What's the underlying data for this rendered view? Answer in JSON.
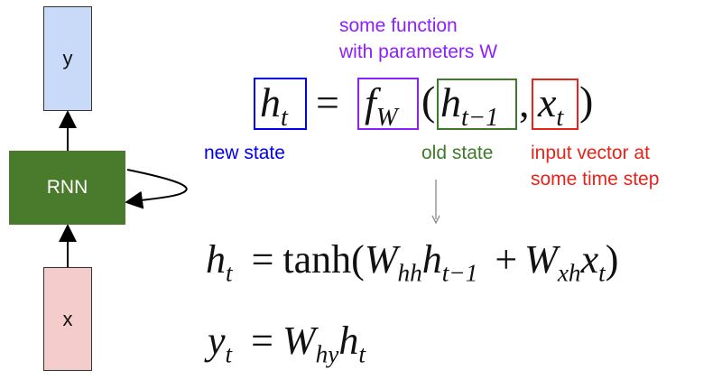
{
  "diagram": {
    "nodes": {
      "output": {
        "label": "y",
        "color": "#c9daf8"
      },
      "rnn": {
        "label": "RNN",
        "color": "#4a7a2c"
      },
      "input": {
        "label": "x",
        "color": "#f4cccc"
      }
    },
    "edges": [
      "x -> RNN",
      "RNN -> y",
      "RNN -> RNN (recurrent loop)"
    ]
  },
  "annotations": {
    "function": {
      "line1": "some function",
      "line2": "with parameters W",
      "color": "#8b1fff"
    },
    "new_state": {
      "text": "new state",
      "color": "#0000ee"
    },
    "old_state": {
      "text": "old state",
      "color": "#3d7a2a"
    },
    "input_vector": {
      "line1": "input vector at",
      "line2": "some time step",
      "color": "#e8231a"
    }
  },
  "equations": {
    "recurrence": {
      "lhs": "h",
      "lhs_sub": "t",
      "eq": "=",
      "func": "f",
      "func_sub": "W",
      "open": "(",
      "arg1": "h",
      "arg1_sub": "t−1",
      "comma": ",",
      "arg2": "x",
      "arg2_sub": "t",
      "close": ")"
    },
    "hidden_update": {
      "h": "h",
      "h_sub": "t",
      "eq": "=",
      "tanh": "tanh(",
      "w1": "W",
      "w1_sub": "hh",
      "h1": "h",
      "h1_sub": "t−1",
      "plus": "+",
      "w2": "W",
      "w2_sub": "xh",
      "x": "x",
      "x_sub": "t",
      "close": ")"
    },
    "output": {
      "y": "y",
      "y_sub": "t",
      "eq": "=",
      "w": "W",
      "w_sub": "hy",
      "h": "h",
      "h_sub": "t"
    }
  }
}
